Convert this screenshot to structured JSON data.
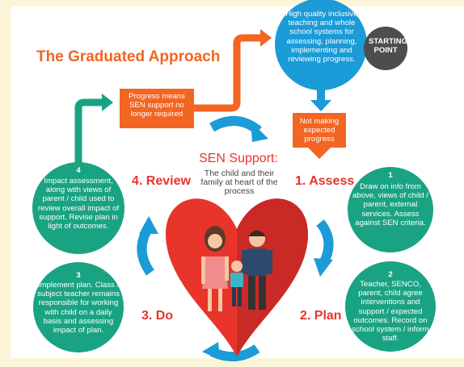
{
  "title": "The Graduated Approach",
  "starting_point": "STARTING POINT",
  "top_circle": "High quality inclusive teaching and whole school systems for assessing, planning, implementing and reviewing progress.",
  "progress_box": "Progress means SEN support no longer required",
  "not_making_box": "Not making expected progress",
  "center": {
    "title": "SEN Support:",
    "subtitle": "The child and their family at heart of the process"
  },
  "stages": {
    "assess": "1. Assess",
    "plan": "2. Plan",
    "do": "3. Do",
    "review": "4. Review"
  },
  "circles": {
    "c1": {
      "num": "1",
      "text": "Draw on info from above, views of child / parent, external services. Assess against SEN criteria."
    },
    "c2": {
      "num": "2",
      "text": "Teacher, SENCO, parent, child agree interventions and support / expected outcomes. Record on school system / inform staff."
    },
    "c3": {
      "num": "3",
      "text": "Implement plan. Class / subject teacher remains responsible for working with child on a daily basis and assessing impact of plan."
    },
    "c4": {
      "num": "4",
      "text": "Impact assessment, along with views of parent / child used to review overall impact of support. Revise plan in light of outcomes."
    }
  },
  "colors": {
    "orange": "#f26522",
    "teal": "#1aa383",
    "blue": "#1b9bd7",
    "red": "#e8342a",
    "dark": "#4b4d4f"
  }
}
